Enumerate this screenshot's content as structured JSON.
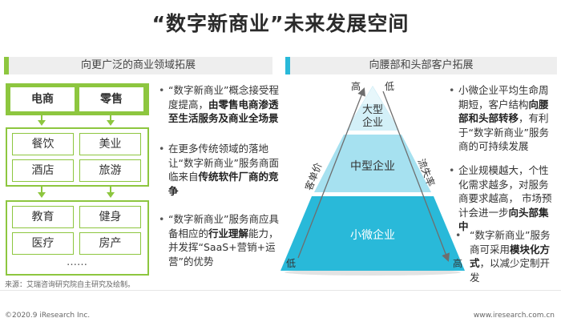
{
  "title": "“数字新商业”未来发展空间",
  "left": {
    "header": "向更广泛的商业领域拓展",
    "accent": "#8dc63f",
    "top_boxes": [
      "电商",
      "零售"
    ],
    "mid_boxes": [
      "餐饮",
      "美业",
      "酒店",
      "旅游"
    ],
    "bottom_boxes": [
      "教育",
      "健身",
      "医疗",
      "房产"
    ],
    "ellipsis": "……",
    "bullets": [
      [
        {
          "t": "“数字新商业”概念接受程度提高，",
          "b": false
        },
        {
          "t": "由零售电商渗透至生活服务及商业全场景",
          "b": true
        }
      ],
      [
        {
          "t": "在更多传统领域的落地让“数字新商业”服务商面临来自",
          "b": false
        },
        {
          "t": "传统软件厂商的竞争",
          "b": true
        }
      ],
      [
        {
          "t": "“数字新商业”服务商应具备相应的",
          "b": false
        },
        {
          "t": "行业理解",
          "b": true
        },
        {
          "t": "能力，并发挥“SaaS+营销+运营”的优势",
          "b": false
        }
      ]
    ]
  },
  "right": {
    "header": "向腰部和头部客户拓展",
    "accent": "#29b9d9",
    "pyramid": {
      "top_label_line1": "大型",
      "top_label_line2": "企业",
      "mid_label": "中型企业",
      "bottom_label": "小微企业",
      "left_axis": "客单价",
      "right_axis": "流失率",
      "left_high": "高",
      "left_low": "低",
      "right_low": "低",
      "right_high": "高"
    },
    "bullets": [
      [
        {
          "t": "小微企业平均生命周期短，客户结构",
          "b": false
        },
        {
          "t": "向腰部和头部转移",
          "b": true
        },
        {
          "t": "，有利于“数字新商业”服务商的可持续发展",
          "b": false
        }
      ],
      [
        {
          "t": "企业规模越大，个性化需求越多，对服务商要求越高， 市场预计会进一步",
          "b": false
        },
        {
          "t": "向头部集中",
          "b": true
        }
      ],
      [
        {
          "t": "“数字新商业”服务商可采用",
          "b": false
        },
        {
          "t": "模块化方式",
          "b": true
        },
        {
          "t": "，以减少定制开发",
          "b": false
        }
      ]
    ]
  },
  "source": "来源：艾瑞咨询研究院自主研究及绘制。",
  "copyright": "©2020.9 iResearch Inc.",
  "website": "www.iresearch.com.cn"
}
